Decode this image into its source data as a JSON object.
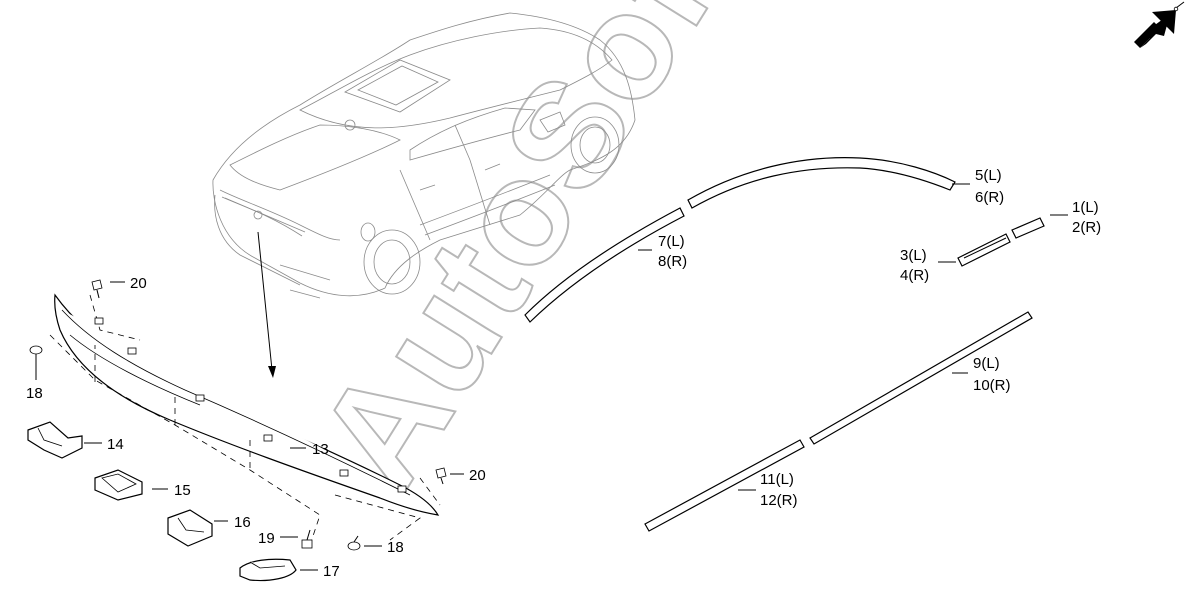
{
  "watermark": "AutoSoft",
  "colors": {
    "line": "#000000",
    "car": "#8a8a8a",
    "watermark": "#b8b8b8"
  },
  "icons": {
    "direction": "direction-arrow-icon"
  },
  "callouts": {
    "c1": "1(L)",
    "c2": "2(R)",
    "c3": "3(L)",
    "c4": "4(R)",
    "c5": "5(L)",
    "c6": "6(R)",
    "c7": "7(L)",
    "c8": "8(R)",
    "c9": "9(L)",
    "c10": "10(R)",
    "c11": "11(L)",
    "c12": "12(R)",
    "c13": "13",
    "c14": "14",
    "c15": "15",
    "c16": "16",
    "c17": "17",
    "c18a": "18",
    "c18b": "18",
    "c19": "19",
    "c20a": "20",
    "c20b": "20"
  }
}
